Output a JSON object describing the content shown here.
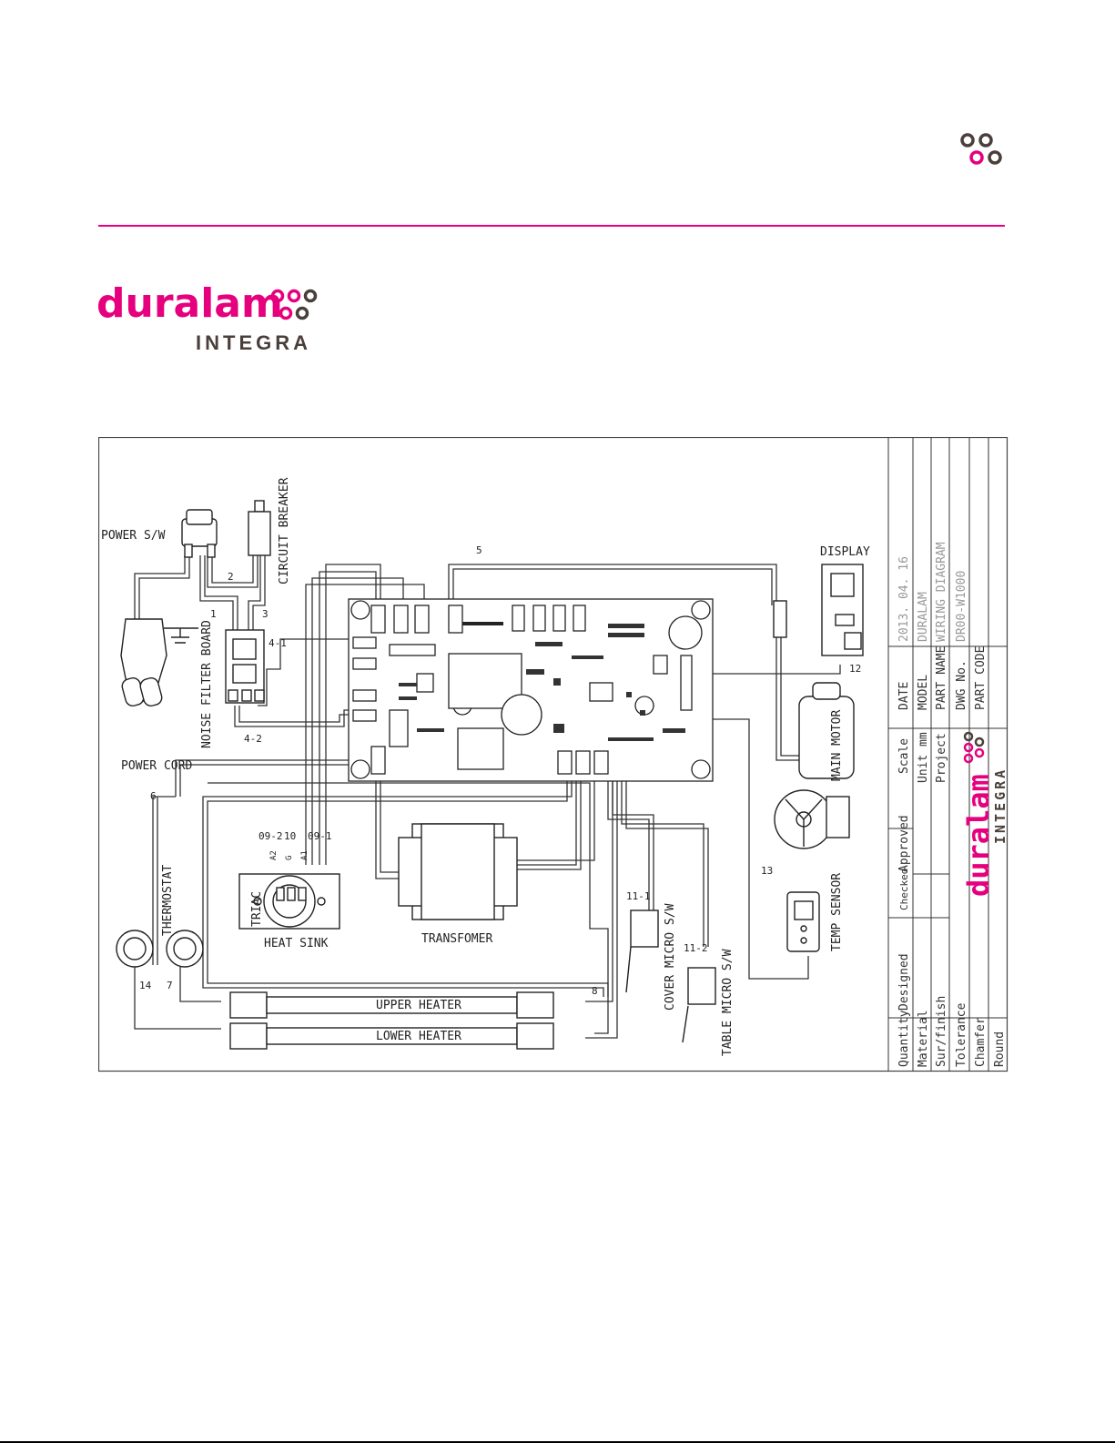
{
  "brand": {
    "name": "duralam",
    "sub": "INTEGRA",
    "pink": "#e6007e",
    "grey": "#4a3f3a"
  },
  "diagram": {
    "labels": {
      "power_sw": "POWER S/W",
      "circuit_breaker": "CIRCUIT BREAKER",
      "noise_filter": "NOISE FILTER BOARD",
      "power_cord": "POWER CORD",
      "display": "DISPLAY",
      "main_motor": "MAIN MOTOR",
      "thermostat": "THERMOSTAT",
      "triac": "TRIAC",
      "heat_sink": "HEAT SINK",
      "transformer": "TRANSFOMER",
      "cover_micro": "COVER MICRO S/W",
      "table_micro": "TABLE MICRO S/W",
      "temp_sensor": "TEMP SENSOR",
      "upper_heater": "UPPER HEATER",
      "lower_heater": "LOWER HEATER"
    },
    "numbers": {
      "n1": "1",
      "n2": "2",
      "n3": "3",
      "n4_1": "4-1",
      "n4_2": "4-2",
      "n5": "5",
      "n6": "6",
      "n7": "7",
      "n8": "8",
      "n9_2": "09-2",
      "n10": "10",
      "n9_1": "09-1",
      "n11_1": "11-1",
      "n11_2": "11-2",
      "n12": "12",
      "n13": "13",
      "n14": "14",
      "a2": "A2",
      "g": "G",
      "a1": "A1"
    }
  },
  "title_block": {
    "date_label": "DATE",
    "date_value": "2013. 04. 16",
    "model_label": "MODEL",
    "model_value": "DURALAM",
    "part_name_label": "PART NAME",
    "part_name_value": "WIRING DIAGRAM",
    "dwg_label": "DWG No.",
    "dwg_value": "DR00-W1000",
    "part_code_label": "PART CODE",
    "scale_label": "Scale",
    "unit_label": "Unit",
    "unit_value": "mm",
    "project_label": "Project",
    "designed_label": "Designed",
    "checked_label": "Checked",
    "approved_label": "Approved",
    "quantity_label": "Quantity",
    "material_label": "Material",
    "surfinish_label": "Sur/finish",
    "tolerance_label": "Tolerance",
    "chamfer_label": "Chamfer",
    "round_label": "Round"
  }
}
